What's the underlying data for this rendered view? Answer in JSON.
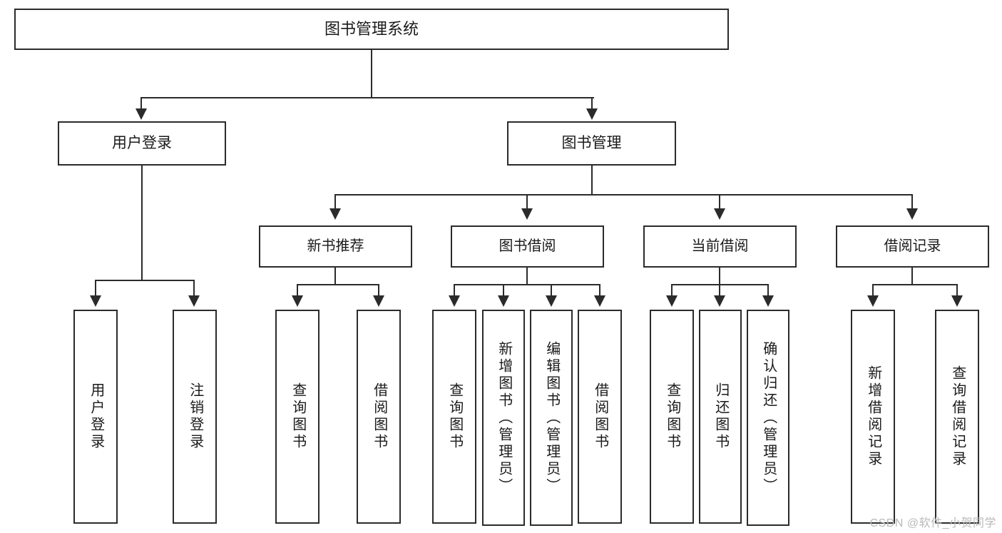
{
  "diagram": {
    "type": "tree-hierarchy",
    "title": "图书管理系统",
    "watermark": "CSDN @软件_小贺同学",
    "colors": {
      "stroke": "#2b2b2b",
      "fill": "#ffffff",
      "text": "#1a1a1a",
      "watermark": "#b9b9b9"
    },
    "nodes": {
      "root": {
        "label": "图书管理系统"
      },
      "level2": [
        {
          "id": "user-login",
          "label": "用户登录"
        },
        {
          "id": "book-manage",
          "label": "图书管理"
        }
      ],
      "level3": [
        {
          "id": "new-book-recommend",
          "label": "新书推荐"
        },
        {
          "id": "book-borrow",
          "label": "图书借阅"
        },
        {
          "id": "current-borrow",
          "label": "当前借阅"
        },
        {
          "id": "borrow-record",
          "label": "借阅记录"
        }
      ],
      "leaves": [
        {
          "id": "leaf-user-login",
          "label": "用户登录",
          "parent": "user-login"
        },
        {
          "id": "leaf-user-logout",
          "label": "注销登录",
          "parent": "user-login"
        },
        {
          "id": "leaf-query-book-1",
          "label": "查询图书",
          "parent": "new-book-recommend"
        },
        {
          "id": "leaf-borrow-book-1",
          "label": "借阅图书",
          "parent": "new-book-recommend"
        },
        {
          "id": "leaf-query-book-2",
          "label": "查询图书",
          "parent": "book-borrow"
        },
        {
          "id": "leaf-add-book",
          "label": "新增图书（管理员）",
          "parent": "book-borrow"
        },
        {
          "id": "leaf-edit-book",
          "label": "编辑图书（管理员）",
          "parent": "book-borrow"
        },
        {
          "id": "leaf-borrow-book-2",
          "label": "借阅图书",
          "parent": "book-borrow"
        },
        {
          "id": "leaf-query-book-3",
          "label": "查询图书",
          "parent": "current-borrow"
        },
        {
          "id": "leaf-return-book",
          "label": "归还图书",
          "parent": "current-borrow"
        },
        {
          "id": "leaf-confirm-return",
          "label": "确认归还（管理员）",
          "parent": "current-borrow"
        },
        {
          "id": "leaf-add-borrow-record",
          "label": "新增借阅记录",
          "parent": "borrow-record"
        },
        {
          "id": "leaf-query-borrow-record",
          "label": "查询借阅记录",
          "parent": "borrow-record"
        }
      ]
    }
  }
}
